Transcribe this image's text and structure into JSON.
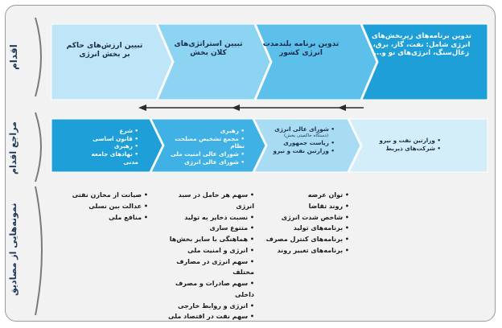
{
  "row_labels": {
    "action": "اقدام",
    "reference": "مراجع اقدام",
    "examples": "نمونه‌هایی از مصادیق"
  },
  "chevrons": [
    {
      "label": "تدوین برنامه‌های زیربخش‌های انرژی شامل: نفت، گاز، برق، زغال‌سنگ، انرژی‌های نو و...",
      "color": "#1e9fd8"
    },
    {
      "label": "تدوین برنامه بلندمدت انرژی کشور",
      "color": "#5cc0ea"
    },
    {
      "label": "تبیین استراتژی‌های کلان بخش",
      "color": "#8dd3f2"
    },
    {
      "label": "تبیین ارزش‌های حاکم بر بخش انرژی",
      "color": "#bfe6f8"
    }
  ],
  "references": [
    {
      "items": [
        "وزارتین نفت و نیرو",
        "شرکت‌های ذیربط"
      ]
    },
    {
      "items": [
        "شورای عالی انرژی",
        "ریاست جمهوری",
        "وزارتین نفت و نیرو"
      ],
      "sub": "(دستگاه حاکمیتی بخش)"
    },
    {
      "items": [
        "رهبری",
        "مجمع تشخیص مصلحت نظام",
        "شورای عالی امنیت ملی",
        "شورای عالی انرژی"
      ]
    },
    {
      "items": [
        "شرع",
        "قانون اساسی",
        "رهبری",
        "نهادهای جامعه مدنی"
      ]
    }
  ],
  "examples": [
    {
      "items": [
        "توان عرضه",
        "روند تقاضا",
        "شاخص شدت انرژی",
        "برنامه‌های تولید",
        "برنامه‌های کنترل مصرف",
        "برنامه‌های تغییر روند"
      ]
    },
    {
      "items": [
        "سهم هر حامل در سبد انرژی",
        "نسبت ذخایر به تولید",
        "متنوع سازی",
        "هماهنگی با سایر بخش‌ها",
        "انرژی و امنیت ملی",
        "سهم انرژی در مصارف مختلف",
        "سهم صادرات و مصرف داخلی",
        "انرژی و روابط خارجی",
        "سهم نفت در اقتصاد ملی"
      ]
    },
    {
      "items": [
        "صیانت از مخازن نفتی",
        "عدالت بین نسلی",
        "منافع ملی"
      ]
    }
  ],
  "colors": {
    "arrow": "#2a2a2a",
    "bracket": "#7a7a7a"
  }
}
